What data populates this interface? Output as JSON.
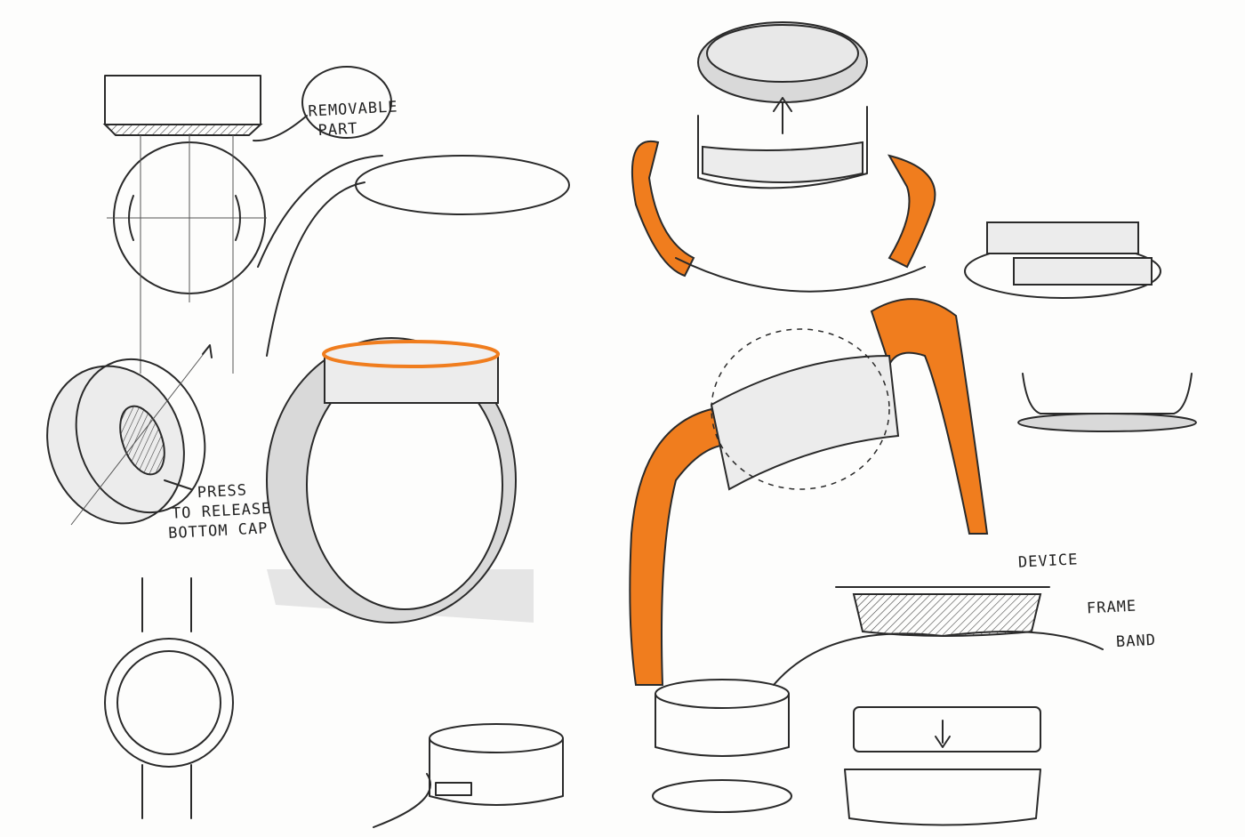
{
  "annotations": {
    "removable_part": [
      "REMOVABLE",
      "PART"
    ],
    "press_release": [
      "PRESS",
      "TO RELEASE",
      "BOTTOM CAP"
    ],
    "device": "DEVICE",
    "frame": "FRAME",
    "band": "BAND"
  },
  "colors": {
    "accent": "#f07d1e",
    "ink": "#2a2a2a",
    "marker_gray": "#d9d9d9"
  }
}
